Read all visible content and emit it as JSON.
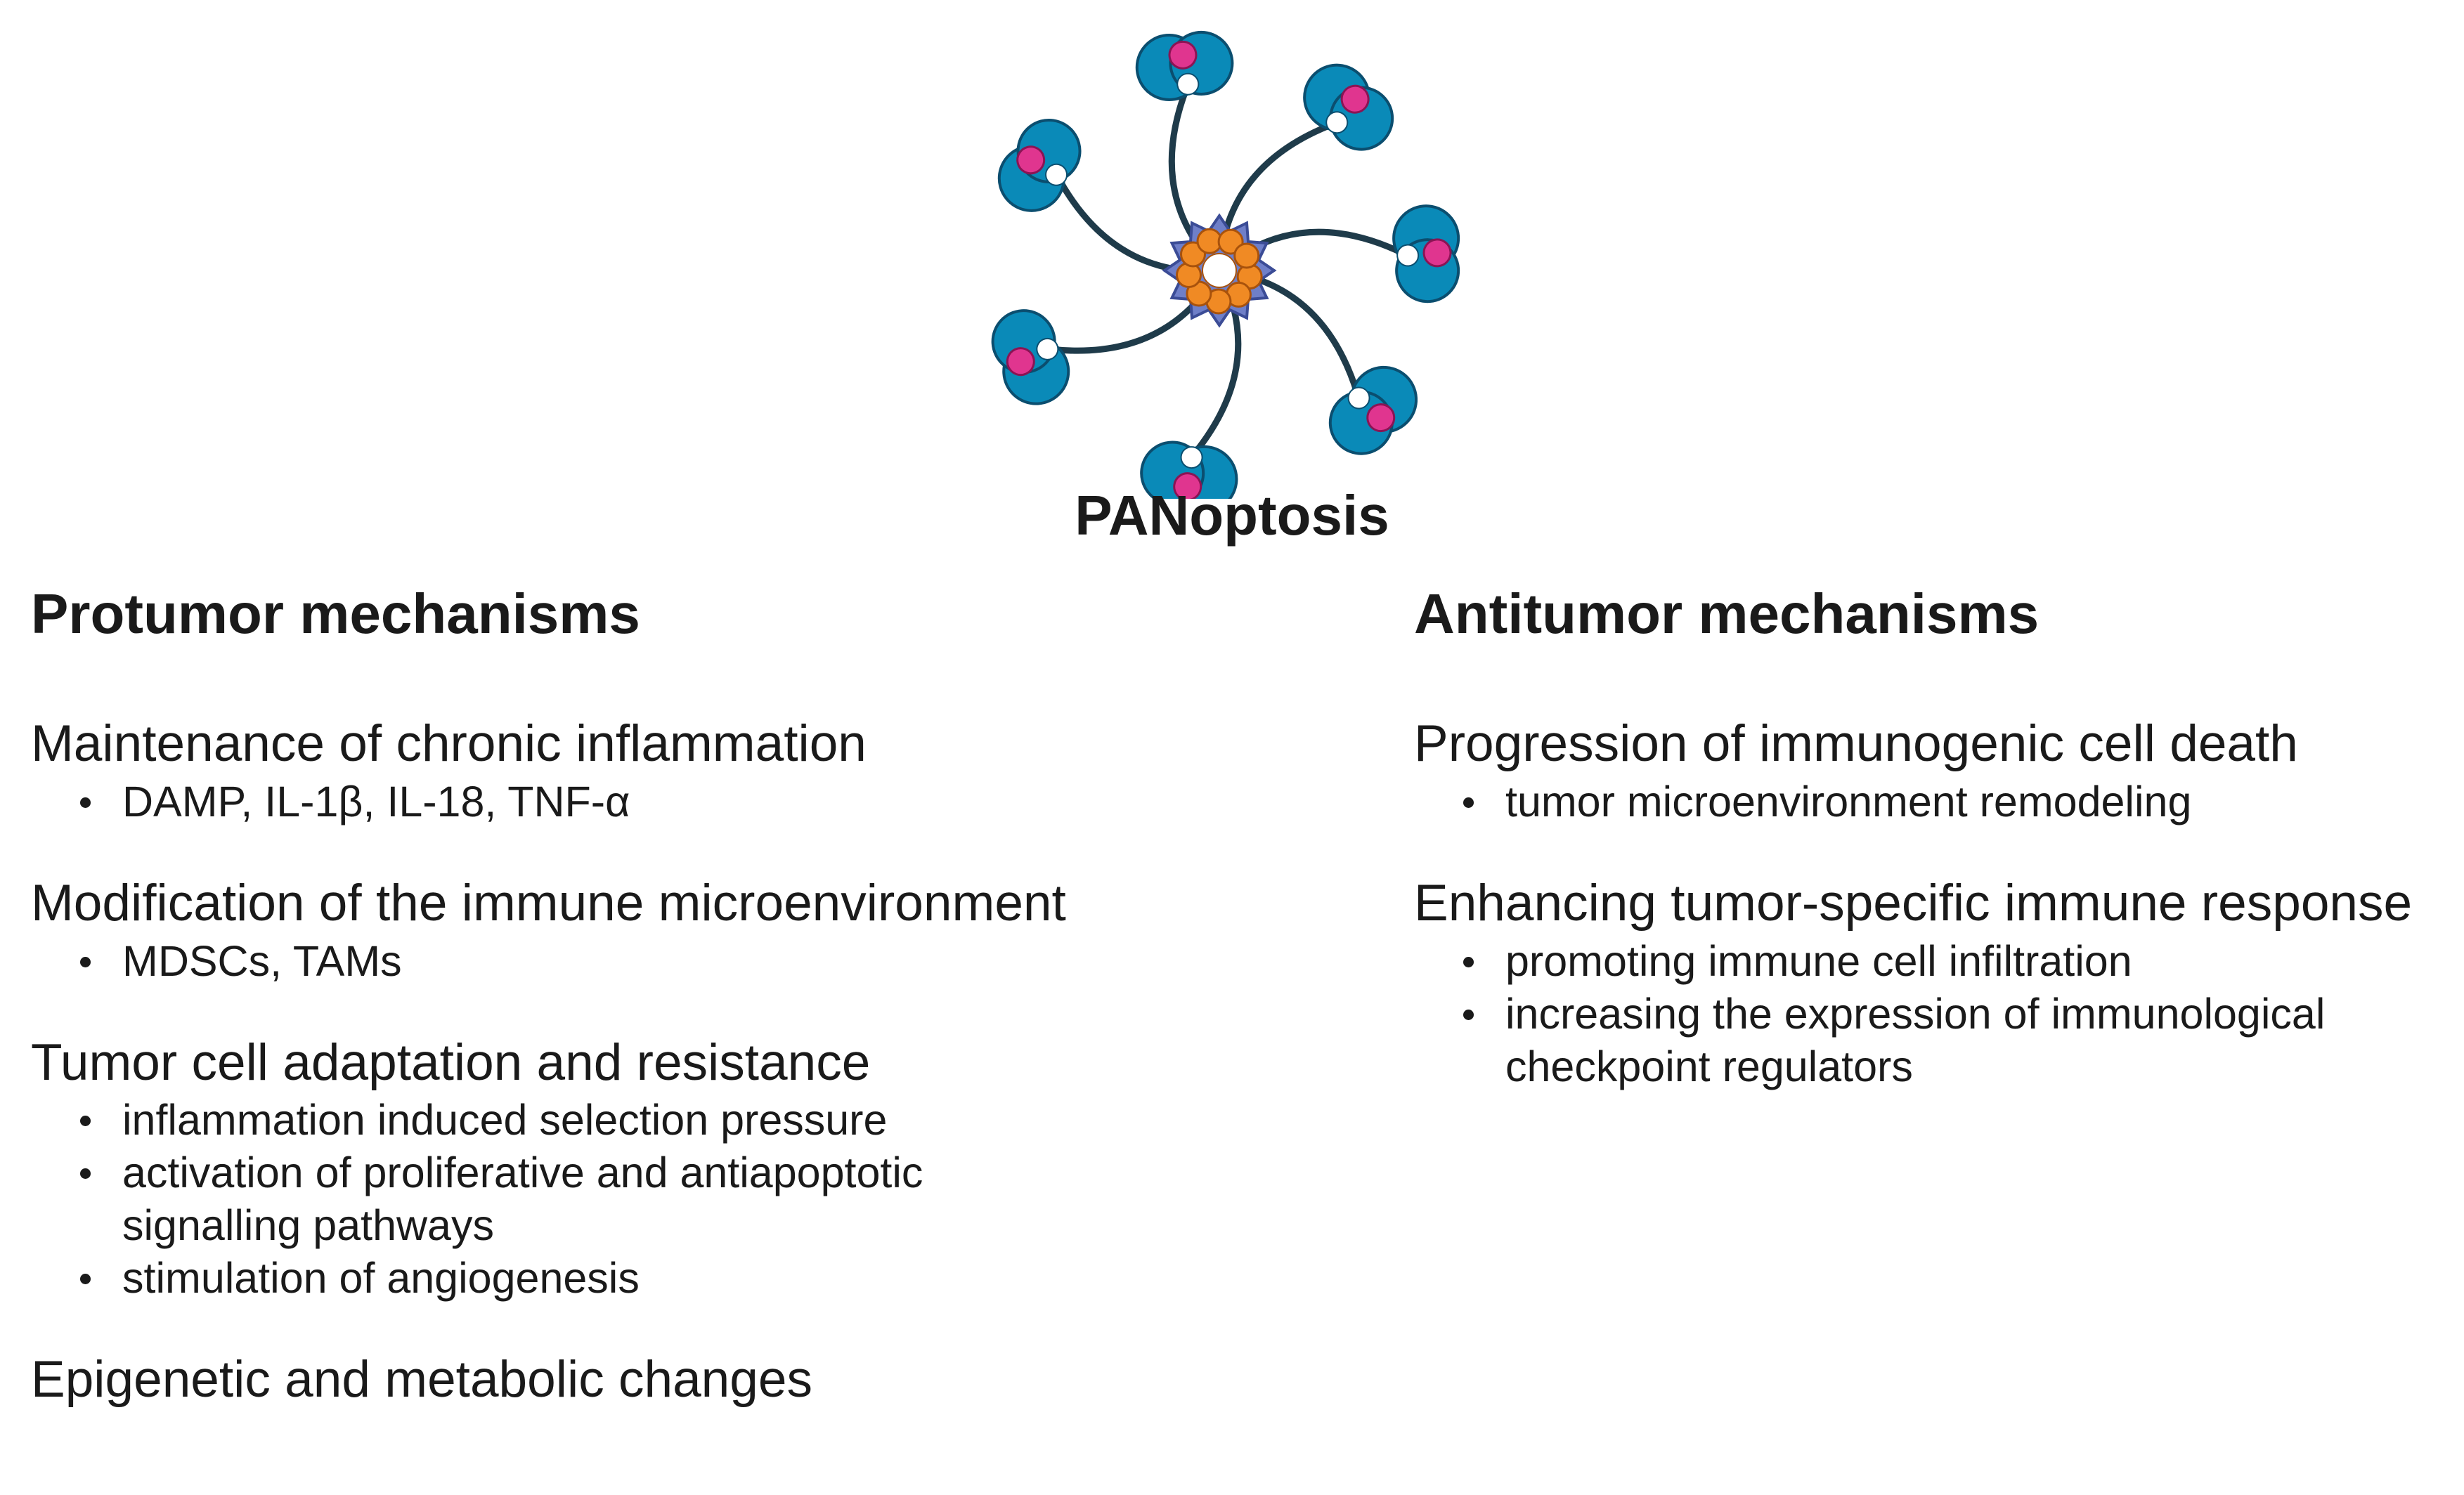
{
  "figure": {
    "title": "PANoptosis",
    "colors": {
      "blue_lobe": "#0A8AB8",
      "blue_outline": "#0B4E6F",
      "pink_dot": "#E0358F",
      "orange": "#F08A24",
      "purple_ring": "#6F7FC8",
      "stroke": "#1F3B4A"
    },
    "icons": [
      "panoptosome-complex-icon"
    ]
  },
  "protumor": {
    "heading": "Protumor mechanisms",
    "groups": [
      {
        "title": "Maintenance of chronic inflammation",
        "bullets": [
          "DAMP, IL-1β, IL-18, TNF-α"
        ]
      },
      {
        "title": "Modification of the immune microenvironment",
        "bullets": [
          "MDSCs, TAMs"
        ]
      },
      {
        "title": "Tumor cell adaptation and resistance",
        "bullets": [
          "inflammation induced selection pressure",
          "activation of proliferative and antiapoptotic signalling pathways",
          "stimulation of angiogenesis"
        ]
      },
      {
        "title": "Epigenetic and metabolic changes",
        "bullets": []
      }
    ]
  },
  "antitumor": {
    "heading": "Antitumor mechanisms",
    "groups": [
      {
        "title": "Progression of immunogenic cell death",
        "bullets": [
          "tumor microenvironment remodeling"
        ]
      },
      {
        "title": "Enhancing tumor-specific immune response",
        "bullets": [
          "promoting immune cell infiltration",
          "increasing the expression of immunological checkpoint regulators"
        ]
      }
    ]
  }
}
